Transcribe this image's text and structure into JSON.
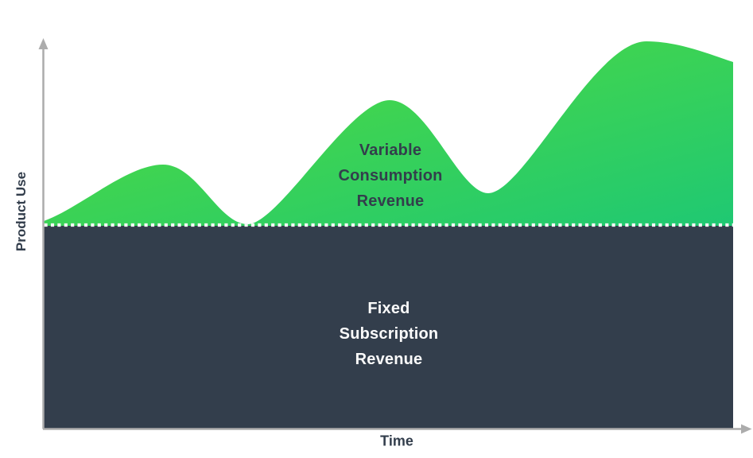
{
  "axes": {
    "y_label": "Product Use",
    "x_label": "Time"
  },
  "areas": {
    "variable_label": "Variable\nConsumption\nRevenue",
    "fixed_label": "Fixed\nSubscription\nRevenue"
  },
  "colors": {
    "background": "#FFFFFF",
    "green_gradient_start": "#55DC3A",
    "green_gradient_end": "#1FC873",
    "fixed_area": "#333E4C",
    "axis": "#ACACAC",
    "divider_dots": "#F5F5F5",
    "variable_label_text": "#333E4C",
    "fixed_label_text": "#FAFAFA"
  },
  "chart_data": {
    "type": "area",
    "title": "",
    "xlabel": "Time",
    "ylabel": "Product Use",
    "x_axis_ticks": [],
    "y_axis_ticks": [],
    "gridlines": false,
    "legend_position": "labels drawn inside areas",
    "x": [
      0,
      0.17,
      0.29,
      0.5,
      0.64,
      0.87,
      1.0
    ],
    "series": [
      {
        "name": "Fixed Subscription Revenue",
        "role": "constant baseline band",
        "values": [
          1,
          1,
          1,
          1,
          1,
          1,
          1
        ]
      },
      {
        "name": "Variable Consumption Revenue",
        "role": "wavy band stacked on top of fixed band",
        "values": [
          0.02,
          0.3,
          0.01,
          0.62,
          0.16,
          0.91,
          0.81
        ]
      }
    ],
    "annotations": [
      "Variable Consumption Revenue (inside green area)",
      "Fixed Subscription Revenue (inside dark area)"
    ]
  }
}
